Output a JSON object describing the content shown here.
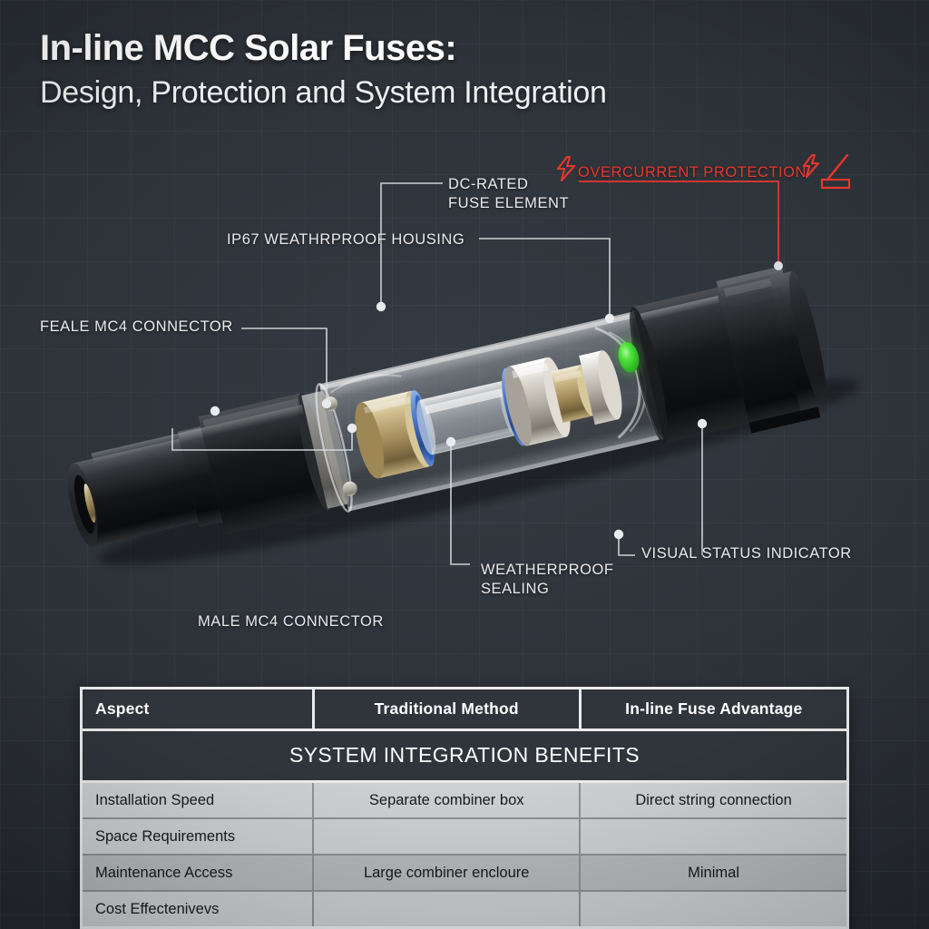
{
  "header": {
    "title": "In-line MCC Solar Fuses:",
    "subtitle": "Design, Protection and System Integration"
  },
  "colors": {
    "background": "#2b3036",
    "grid_line": "#3d444c",
    "text_primary": "#ffffff",
    "callout_text": "#e8eaec",
    "alert_red": "#e8372c",
    "led_green": "#3dd432",
    "o_ring_blue": "#3d6fc4",
    "brass": "#b49a63",
    "nickel": "#c8c4bb",
    "body_black": "#17181a",
    "table_header_bg": "#2f353b",
    "table_row_light": "#cdcfd0",
    "table_row_dark": "#b6b8b9"
  },
  "callouts": [
    {
      "id": "dc-rated-fuse-element",
      "label": "DC-RATED\nFUSE ELEMENT",
      "color": "white"
    },
    {
      "id": "ip67-housing",
      "label": "IP67 WEATHRPROOF HOUSING",
      "color": "white"
    },
    {
      "id": "overcurrent-protection",
      "label": "OVERCURRENT PROTECTION",
      "color": "red"
    },
    {
      "id": "female-mc4-connector",
      "label": "FEALE MC4 CONNECTOR",
      "color": "white"
    },
    {
      "id": "male-mc4-connector",
      "label": "MALE MC4 CONNECTOR",
      "color": "white"
    },
    {
      "id": "weatherproof-sealing",
      "label": "WEATHERPROOF\nSEALING",
      "color": "white"
    },
    {
      "id": "visual-status-indicator",
      "label": "VISUAL STATUS INDICATOR",
      "color": "white"
    }
  ],
  "icons": {
    "overcurrent_bolt": "lightning-bolt-icon",
    "fuse_symbol": "fuse-symbol-icon"
  },
  "table": {
    "title": "SYSTEM INTEGRATION BENEFITS",
    "columns": [
      "Aspect",
      "Traditional Method",
      "In-line Fuse Advantage"
    ],
    "rows": [
      {
        "shade": "light",
        "cells": [
          "Installation Speed",
          "Separate combiner box",
          "Direct string connection"
        ]
      },
      {
        "shade": "light",
        "cells": [
          "Space Requirements",
          "",
          ""
        ]
      },
      {
        "shade": "dark",
        "cells": [
          "Maintenance Access",
          "Large combiner encloure",
          "Minimal"
        ]
      },
      {
        "shade": "light",
        "cells": [
          "Cost Effectenivevs",
          "",
          ""
        ]
      }
    ]
  }
}
